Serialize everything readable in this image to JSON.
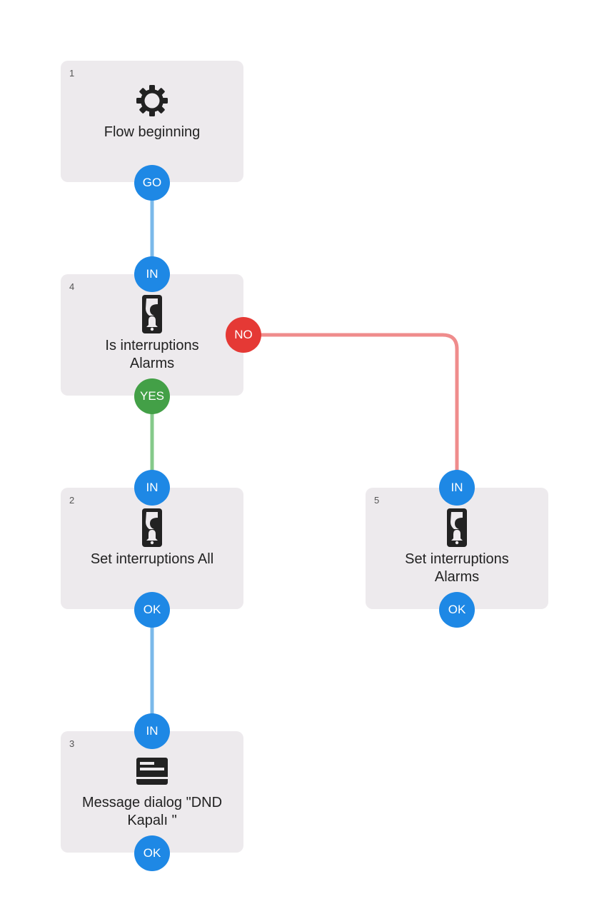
{
  "colors": {
    "block_background": "#edeaed",
    "port_blue": "#1e88e5",
    "port_green": "#43a047",
    "port_red": "#e53935",
    "wire_blue": "#7ab9ea",
    "wire_green": "#85c98a",
    "wire_red": "#ef8c8c"
  },
  "blocks": {
    "flow_beginning": {
      "number": "1",
      "icon": "gear-icon",
      "label": "Flow beginning",
      "ports": {
        "go": "GO"
      }
    },
    "is_interruptions": {
      "number": "4",
      "icon": "phone-bell-icon",
      "label": "Is interruptions Alarms",
      "ports": {
        "in": "IN",
        "yes": "YES",
        "no": "NO"
      }
    },
    "set_interruptions_all": {
      "number": "2",
      "icon": "phone-bell-icon",
      "label": "Set interruptions All",
      "ports": {
        "in": "IN",
        "ok": "OK"
      }
    },
    "set_interruptions_alarms": {
      "number": "5",
      "icon": "phone-bell-icon",
      "label": "Set interruptions Alarms",
      "ports": {
        "in": "IN",
        "ok": "OK"
      }
    },
    "message_dialog": {
      "number": "3",
      "icon": "message-dialog-icon",
      "label": "Message dialog \"DND Kapalı \"",
      "ports": {
        "in": "IN",
        "ok": "OK"
      }
    }
  }
}
